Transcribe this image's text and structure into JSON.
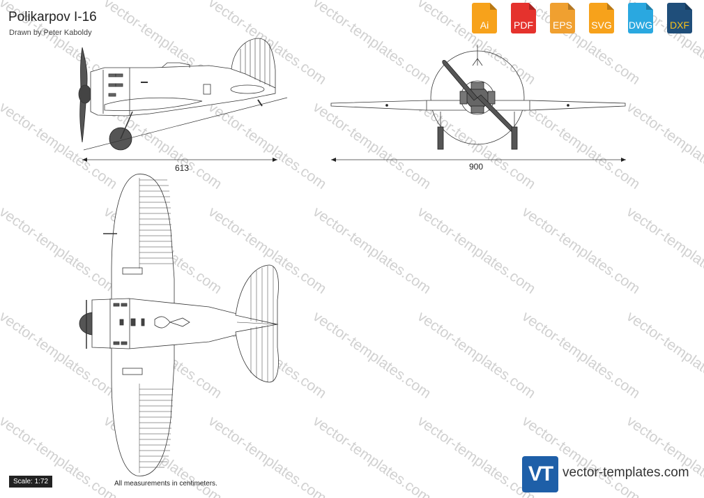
{
  "header": {
    "title": "Polikarpov I-16",
    "subtitle": "Drawn by Peter Kaboldy"
  },
  "formats": [
    {
      "label": "Ai",
      "color": "#f7a21b",
      "icon": "ai-file-icon"
    },
    {
      "label": "PDF",
      "color": "#e5322d",
      "icon": "pdf-file-icon"
    },
    {
      "label": "EPS",
      "color": "#f7a21b",
      "icon": "eps-file-icon"
    },
    {
      "label": "SVG",
      "color": "#f7a21b",
      "icon": "svg-file-icon"
    },
    {
      "label": "DWG",
      "color": "#2aa8e0",
      "icon": "dwg-file-icon"
    },
    {
      "label": "DXF",
      "color": "#f7c21b",
      "icon": "dxf-file-icon"
    }
  ],
  "dimensions": {
    "side_length": "613",
    "front_span": "900"
  },
  "footer": {
    "scale": "Scale: 1:72",
    "note": "All measurements in centimeters."
  },
  "watermark": {
    "text": "vector-templates.com"
  },
  "brand": {
    "logo": "VT",
    "text": "vector-templates.com"
  }
}
